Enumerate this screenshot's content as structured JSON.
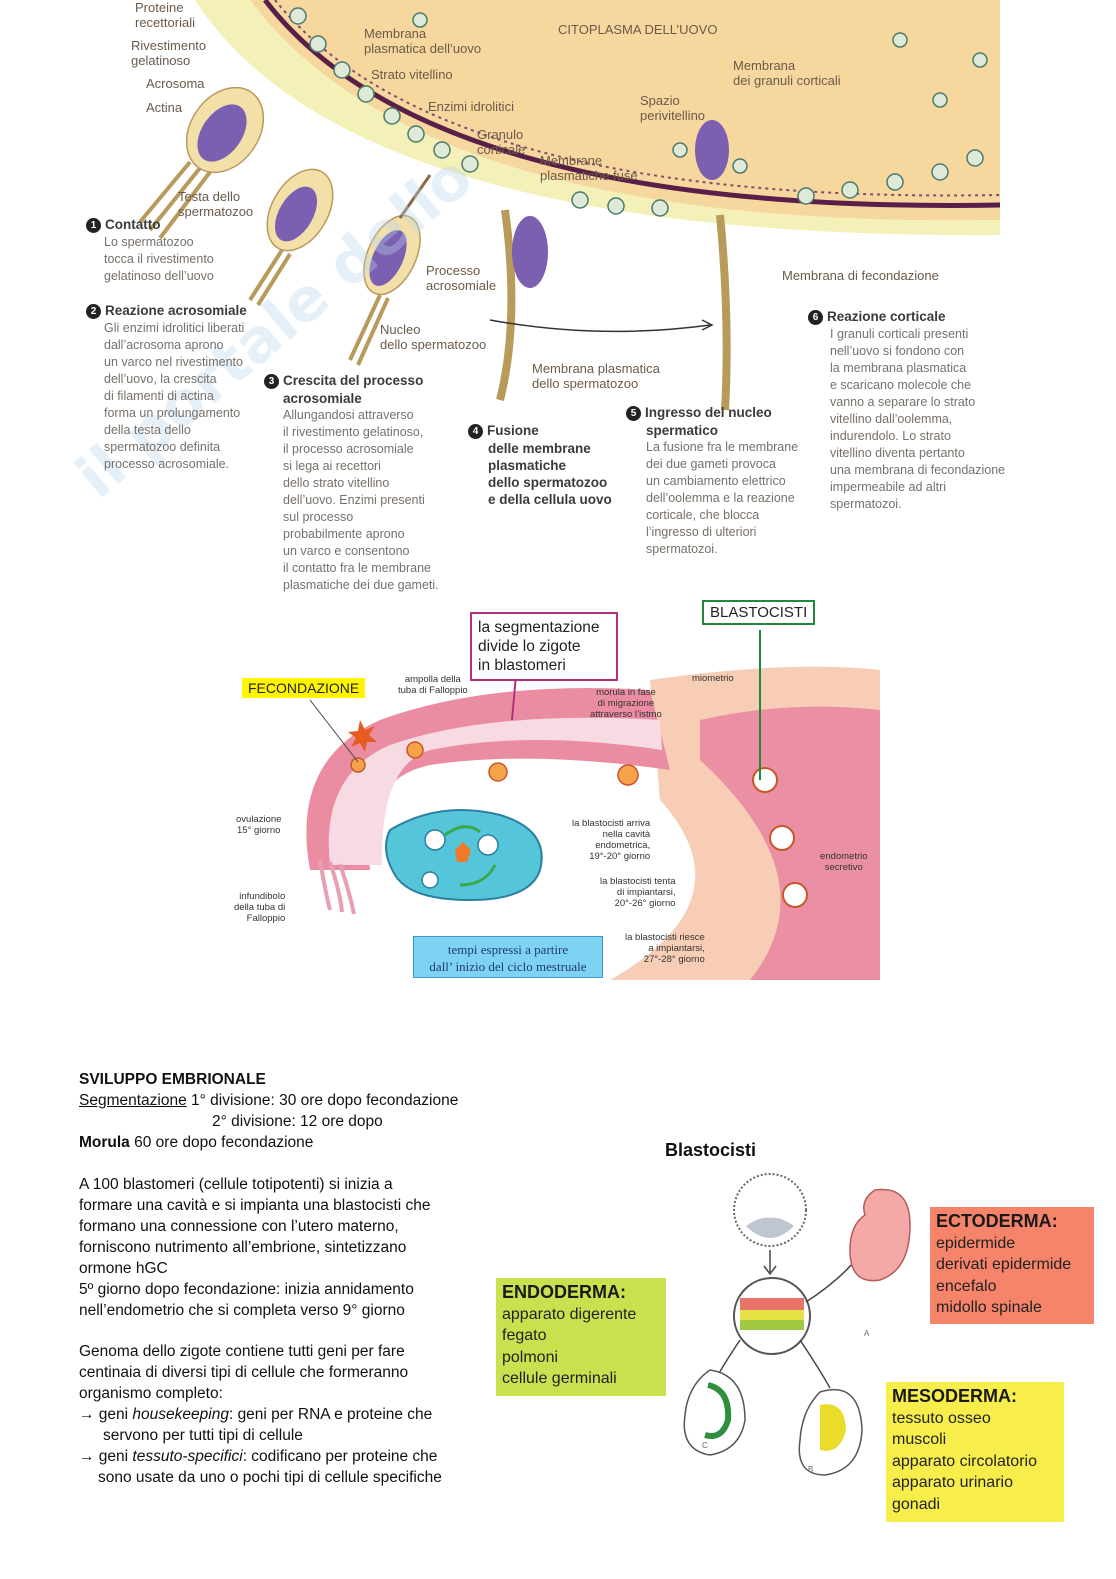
{
  "fertilization": {
    "labels": {
      "proteine": "Proteine",
      "recettoriali": "recettoriali",
      "rivestimento": "Rivestimento",
      "gelatinoso": "gelatinoso",
      "acrosoma": "Acrosoma",
      "actina": "Actina",
      "membrana_uovo_1": "Membrana",
      "membrana_uovo_2": "plasmatica dell’uovo",
      "strato_vitellino": "Strato vitellino",
      "enzimi": "Enzimi idrolitici",
      "granulo_1": "Granulo",
      "granulo_2": "corticale",
      "citoplasma": "CITOPLASMA DELL’UOVO",
      "membrana_granuli_1": "Membrana",
      "membrana_granuli_2": "dei granuli corticali",
      "spazio_1": "Spazio",
      "spazio_2": "perivitellino",
      "membrane_fuse_1": "Membrane",
      "membrane_fuse_2": "plasmatiche fuse",
      "testa_1": "Testa dello",
      "testa_2": "spermatozoo",
      "processo_1": "Processo",
      "processo_2": "acrosomiale",
      "nucleo_1": "Nucleo",
      "nucleo_2": "dello spermatozoo",
      "membrana_sperm_1": "Membrana plasmatica",
      "membrana_sperm_2": "dello spermatozoo",
      "fecondazione_membrana": "Membrana di fecondazione"
    },
    "steps": [
      {
        "num": "1",
        "title": "Contatto",
        "lines": [
          "Lo spermatozoo",
          "tocca il rivestimento",
          "gelatinoso dell’uovo"
        ]
      },
      {
        "num": "2",
        "title": "Reazione acrosomiale",
        "lines": [
          "Gli enzimi idrolitici liberati",
          "dall’acrosoma aprono",
          "un varco nel rivestimento",
          "dell’uovo, la crescita",
          "di filamenti di actina",
          "forma un prolungamento",
          "della testa dello",
          "spermatozoo definita",
          "processo acrosomiale."
        ]
      },
      {
        "num": "3",
        "title": "Crescita del processo",
        "title2": "acrosomiale",
        "lines": [
          "Allungandosi attraverso",
          "il rivestimento gelatinoso,",
          "il processo acrosomiale",
          "si lega ai recettori",
          "dello strato vitellino",
          "dell’uovo. Enzimi presenti",
          "sul processo",
          "probabilmente aprono",
          "un varco e consentono",
          "il contatto fra le membrane",
          "plasmatiche dei due gameti."
        ]
      },
      {
        "num": "4",
        "title": "Fusione",
        "title_lines": [
          "delle membrane",
          "plasmatiche",
          "dello spermatozoo",
          "e della cellula uovo"
        ],
        "lines": []
      },
      {
        "num": "5",
        "title": "Ingresso del nucleo",
        "title2": "spermatico",
        "lines": [
          "La fusione fra le membrane",
          "dei due gameti provoca",
          "un cambiamento elettrico",
          "dell’oolemma e la reazione",
          "corticale, che blocca",
          "l’ingresso di ulteriori",
          "spermatozoi."
        ]
      },
      {
        "num": "6",
        "title": "Reazione corticale",
        "lines": [
          "I granuli corticali presenti",
          "nell’uovo si fondono con",
          "la membrana plasmatica",
          "e scaricano molecole che",
          "vanno a separare lo strato",
          "vitellino dall’oolemma,",
          "indurendolo. Lo strato",
          "vitellino diventa pertanto",
          "una membrana di fecondazione",
          "impermeabile ad altri",
          "spermatozoi."
        ]
      }
    ]
  },
  "tube": {
    "fecondazione": "FECONDAZIONE",
    "segmentazione": [
      "la segmentazione",
      "divide lo zigote",
      "in blastomeri"
    ],
    "blastocisti": "BLASTOCISTI",
    "ampolla": [
      "ampolla della",
      "tuba di Falloppio"
    ],
    "morula": [
      "morula in fase",
      "di migrazione",
      "attraverso l’istmo"
    ],
    "miometrio": "miometrio",
    "ovulazione": [
      "ovulazione",
      "15° giorno"
    ],
    "infundibolo": [
      "infundibolo",
      "della tuba di",
      "Falloppio"
    ],
    "arriva": [
      "la blastocisti arriva",
      "nella cavità",
      "endometrica,",
      "19°-20° giorno"
    ],
    "tenta": [
      "la blastocisti tenta",
      "di impiantarsi,",
      "20°-26° giorno"
    ],
    "riesce": [
      "la blastocisti riesce",
      "a impiantarsi,",
      "27°-28° giorno"
    ],
    "endometrio": [
      "endometrio",
      "secretivo"
    ],
    "tempi": [
      "tempi espressi a partire",
      "dall’ inizio del ciclo mestruale"
    ]
  },
  "notes": {
    "heading": "SVILUPPO EMBRIONALE",
    "seg_label": "Segmentazione",
    "seg_line1": " 1° divisione: 30 ore dopo fecondazione",
    "seg_line2": "2° divisione: 12 ore dopo",
    "morula_label": "Morula",
    "morula_text": " 60 ore dopo fecondazione",
    "para1": [
      "A 100 blastomeri (cellule totipotenti) si inizia a",
      "formare una cavità e si impianta una blastocisti che",
      "formano una connessione con l’utero materno,",
      "forniscono nutrimento all’embrione, sintetizzano",
      "ormone hGC",
      "5º giorno dopo fecondazione: inizia annidamento",
      "nell’endometrio che si completa verso 9° giorno"
    ],
    "para2": [
      "Genoma dello zigote contiene tutti geni per fare",
      "centinaia di diversi tipi di cellule che formeranno",
      "organismo completo:"
    ],
    "b1_pre": "→ geni ",
    "b1_em": "housekeeping",
    "b1_post": ": geni per RNA e proteine che",
    "b1_line2": "servono per tutti tipi di cellule",
    "b2_pre": "→ geni ",
    "b2_em": "tessuto-specifici",
    "b2_post": ": codificano per proteine che",
    "b2_line2": "sono usate da uno o pochi tipi di cellule specifiche"
  },
  "germ": {
    "title": "Blastocisti",
    "ecto": {
      "name": "ECTODERMA",
      "items": [
        "epidermide",
        "derivati epidermide",
        "encefalo",
        "midollo spinale"
      ]
    },
    "endo": {
      "name": "ENDODERMA",
      "items": [
        "apparato digerente",
        "fegato",
        "polmoni",
        "cellule germinali"
      ]
    },
    "meso": {
      "name": "MESODERMA",
      "items": [
        "tessuto osseo",
        "muscoli",
        "apparato circolatorio",
        "apparato urinario",
        "gonadi"
      ]
    },
    "fig_a": "A",
    "fig_b": "B",
    "fig_c": "C"
  },
  "colors": {
    "egg_cytoplasm": "#f6d79e",
    "jelly": "#f3f0b8",
    "membrane": "#6a1f4a",
    "ecto": "#f6846a",
    "endo": "#c9e04f",
    "meso": "#f7ee4c",
    "tube": "#e889a3"
  }
}
